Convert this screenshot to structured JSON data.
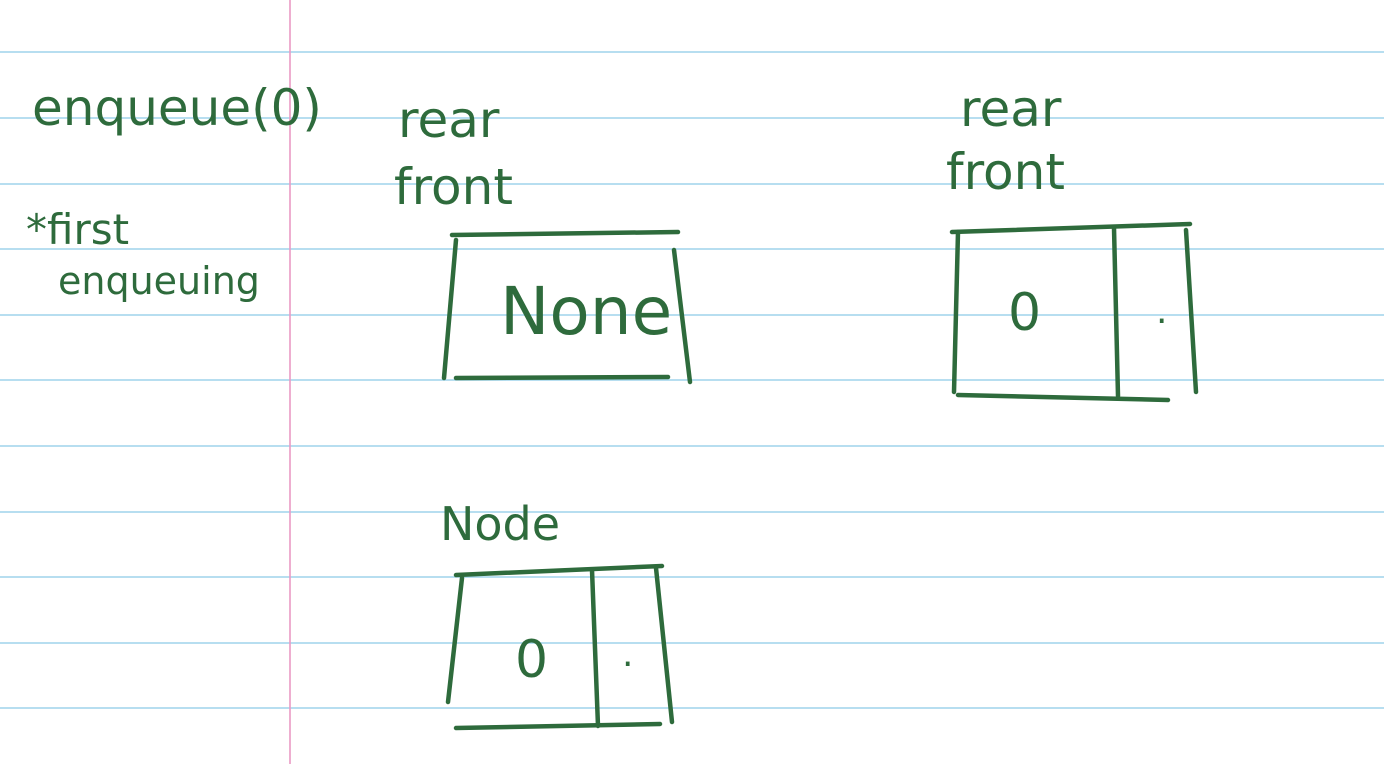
{
  "notes": {
    "operation": "enqueue(0)",
    "note_line1": "*first",
    "note_line2": "enqueuing"
  },
  "before": {
    "rear_label": "rear",
    "front_label": "front",
    "box_value": "None"
  },
  "after": {
    "rear_label": "rear",
    "front_label": "front",
    "node_value": "0",
    "next_pointer": "."
  },
  "new_node": {
    "label": "Node",
    "node_value": "0",
    "next_pointer": "."
  },
  "colors": {
    "ink": "#2e6b3c",
    "rule_lines": "#9fd4ec",
    "margin_line": "#ea9ac4",
    "paper": "#ffffff"
  }
}
